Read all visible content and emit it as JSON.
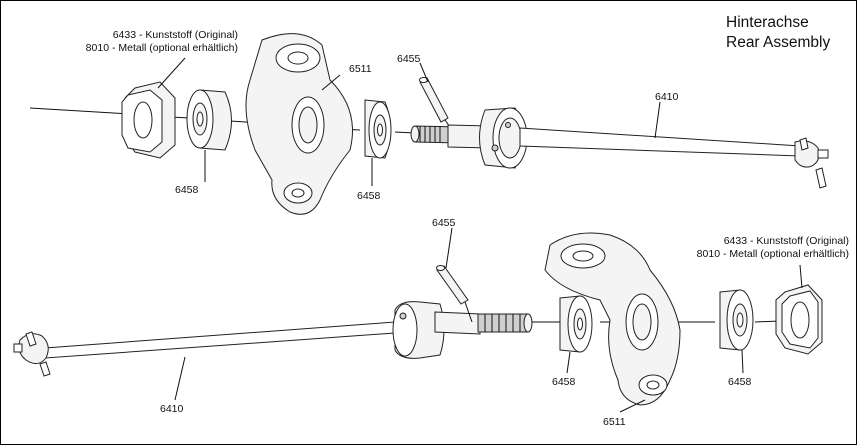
{
  "title": {
    "de": "Hinterachse",
    "en": "Rear Assembly"
  },
  "top": {
    "nut_label_1": "6433 - Kunststoff (Original)",
    "nut_label_2": "8010 - Metall (optional erhältlich)",
    "hub_part": "6511",
    "pin_part": "6455",
    "driveshaft_part": "6410",
    "bearing_outer_part": "6458",
    "bearing_inner_part": "6458"
  },
  "bottom": {
    "pin_part": "6455",
    "nut_label_1": "6433 - Kunststoff (Original)",
    "nut_label_2": "8010 - Metall (optional erhältlich)",
    "driveshaft_part": "6410",
    "bearing_inner_part": "6458",
    "bearing_outer_part": "6458",
    "hub_part": "6511"
  }
}
